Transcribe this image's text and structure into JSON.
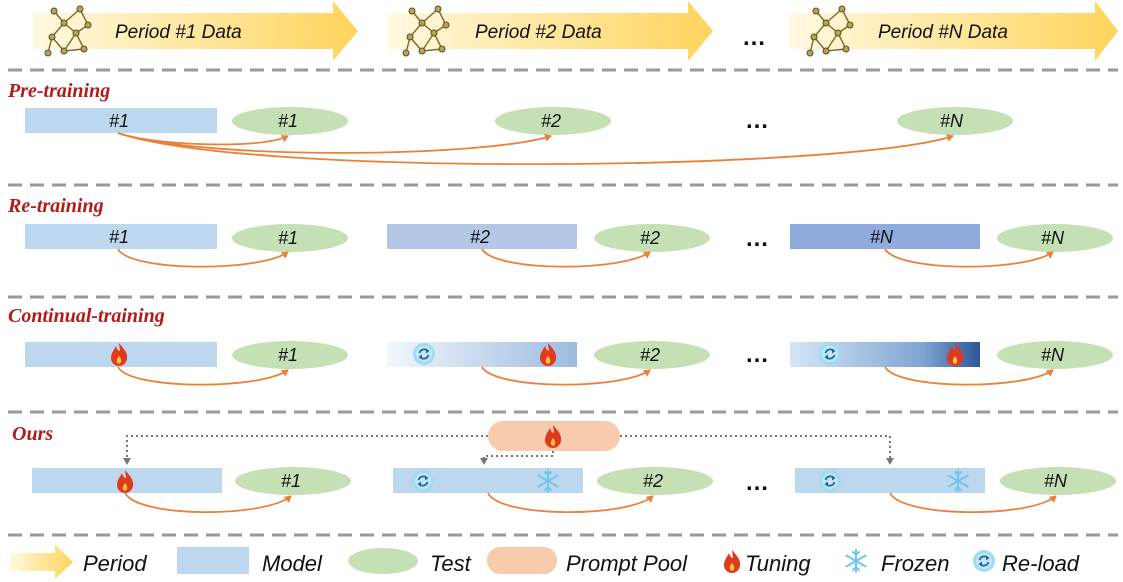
{
  "periods": [
    "Period #1 Data",
    "Period #2 Data",
    "Period #N Data"
  ],
  "ellipsis": "…",
  "sections": {
    "pretraining": "Pre-training",
    "retraining": "Re-training",
    "continual": "Continual-training",
    "ours": "Ours"
  },
  "labels": {
    "p1": "#1",
    "p2": "#2",
    "pn": "#N"
  },
  "legend": {
    "period": "Period",
    "model": "Model",
    "test": "Test",
    "prompt_pool": "Prompt Pool",
    "tuning": "Tuning",
    "frozen": "Frozen",
    "reload": "Re-load"
  },
  "colors": {
    "model": "#bdd7ee",
    "model_2": "#b4c7e7",
    "model_n": "#8faadc",
    "test": "#c5e0b4",
    "prompt_pool": "#f8cbad",
    "arrow": "#ffd966",
    "arc": "#e8823a",
    "section_title": "#b31b1b"
  },
  "icons": [
    "network-icon",
    "flame-icon",
    "snowflake-icon",
    "reload-icon"
  ]
}
